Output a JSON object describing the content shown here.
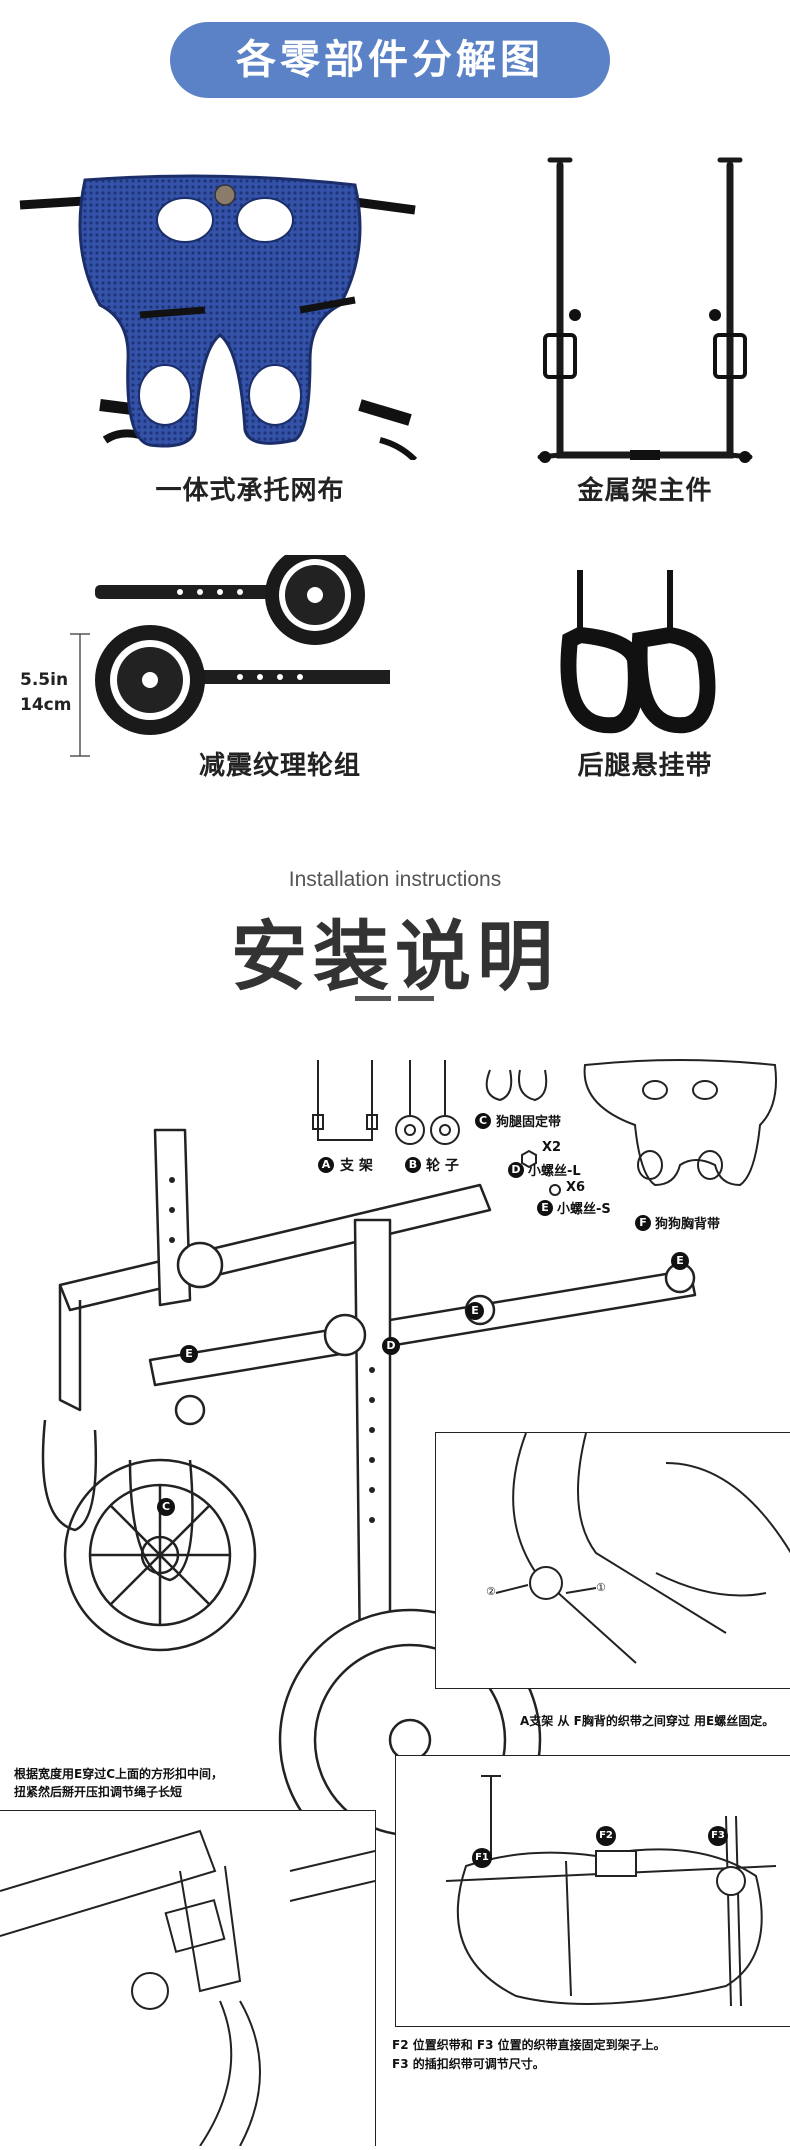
{
  "header": {
    "title": "各零部件分解图"
  },
  "parts": {
    "mesh": "一体式承托网布",
    "frame": "金属架主件",
    "wheels": "减震纹理轮组",
    "straps": "后腿悬挂带",
    "dim1": "5.5in",
    "dim2": "14cm"
  },
  "install": {
    "subtitle": "Installation instructions",
    "title": "安装说明"
  },
  "legend": {
    "a": "支 架",
    "b": "轮 子",
    "c": "狗腿固定带",
    "d_qty": "X2",
    "d_label": "小螺丝-L",
    "e_qty": "X6",
    "e_label": "小螺丝-S",
    "f": "狗狗胸背带",
    "letters": {
      "a": "A",
      "b": "B",
      "c": "C",
      "d": "D",
      "e": "E",
      "f": "F",
      "f1": "F1",
      "f2": "F2",
      "f3": "F3"
    }
  },
  "notes": {
    "step_frame": "A支架 从 F胸背的织带之间穿过 用E螺丝固定。",
    "step_buckle_1": "根据宽度用E穿过C上面的方形扣中间，",
    "step_buckle_2": "扭紧然后掰开压扣调节绳子长短",
    "step_f_1": "F2 位置织带和  F3 位置的织带直接固定到架子上。",
    "step_f_2": "F3 的插扣织带可调节尺寸。",
    "arrow_1": "①",
    "arrow_2": "②"
  },
  "colors": {
    "accent": "#5b82c6",
    "mesh": "#2f4fa0",
    "ink": "#222222"
  }
}
